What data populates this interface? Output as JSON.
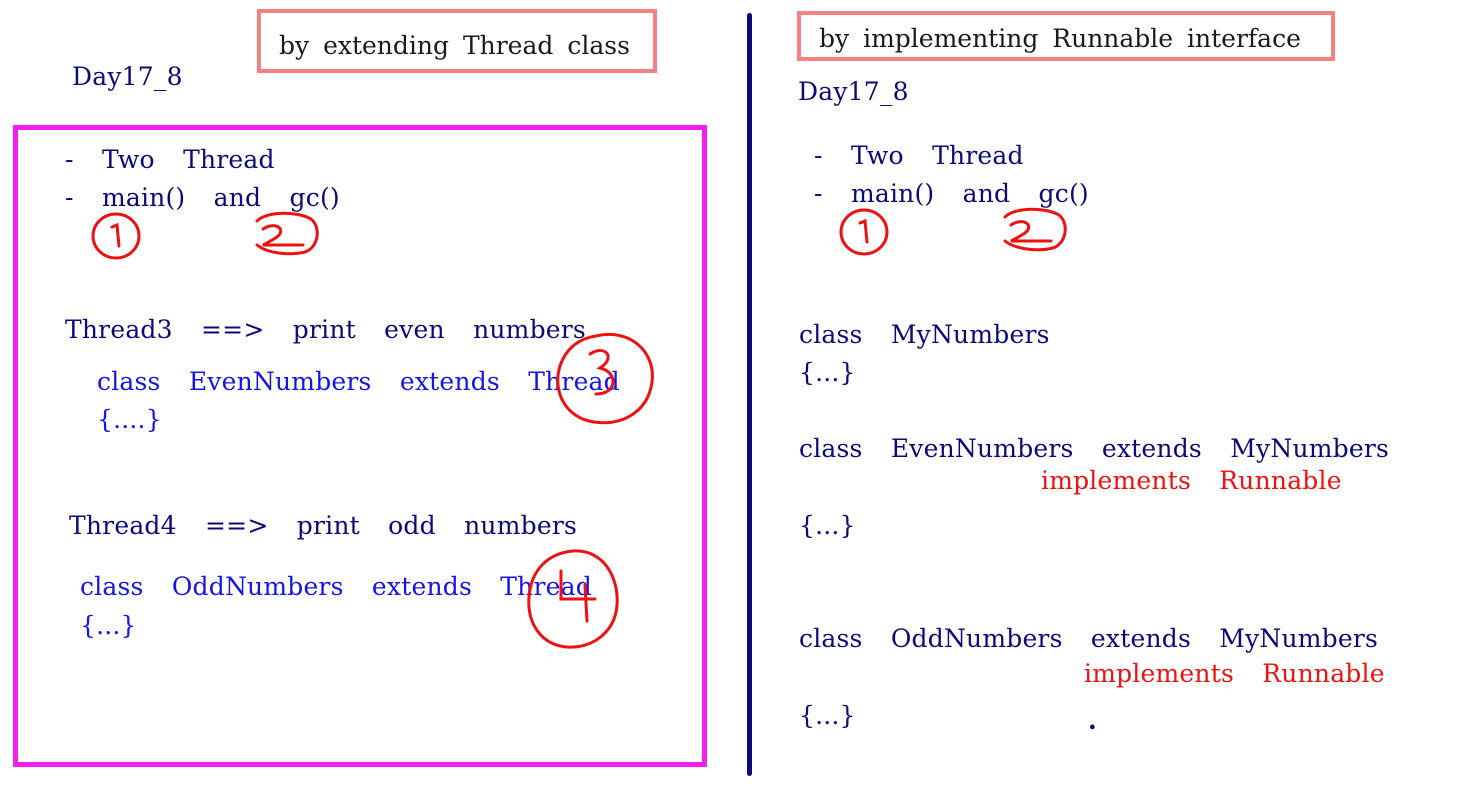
{
  "left": {
    "heading": "by extending Thread class",
    "day": "Day17_8",
    "bullet1": "-  Two  Thread",
    "bullet2": "-  main()  and  gc()",
    "thread3": "Thread3  ==>  print  even  numbers",
    "even_class": "class  EvenNumbers  extends  Thread",
    "even_body": "{....}",
    "thread4": "Thread4  ==>  print  odd  numbers",
    "odd_class": "class  OddNumbers  extends  Thread",
    "odd_body": "{...}"
  },
  "right": {
    "heading": "by implementing Runnable interface",
    "day": "Day17_8",
    "bullet1": "-  Two  Thread",
    "bullet2": "-  main()  and  gc()",
    "mynumbers_class": "class  MyNumbers",
    "mynumbers_body": "{...}",
    "even_class": "class  EvenNumbers  extends  MyNumbers",
    "even_implements": "implements  Runnable",
    "even_body": "{...}",
    "odd_class": "class  OddNumbers  extends  MyNumbers",
    "odd_implements": "implements  Runnable",
    "odd_body": "{...}",
    "dot": "."
  },
  "colors": {
    "navy_text": "#0a0a7a",
    "blue_code": "#1414e6",
    "red_annotation": "#ee1111",
    "heading_border": "#f78080",
    "box_border": "#f21ef2",
    "divider": "#0a0a7a"
  },
  "annotations": [
    "1",
    "2",
    "3",
    "4"
  ]
}
